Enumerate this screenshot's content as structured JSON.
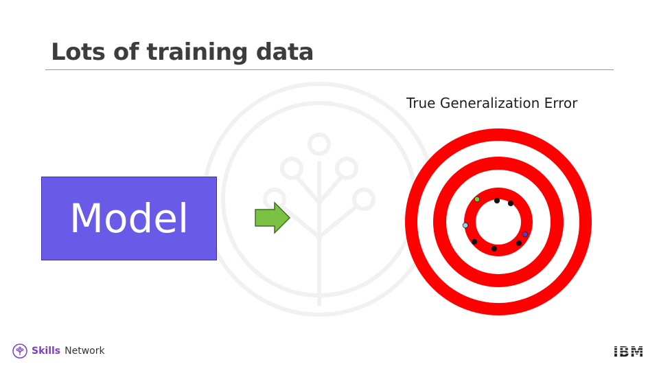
{
  "slide": {
    "title": "Lots of training data",
    "model_label": "Model",
    "target_caption": "True Generalization Error"
  },
  "footer": {
    "brand_strong": "Skills",
    "brand_light": "Network",
    "ibm_logo": "IBM"
  },
  "icons": {
    "watermark": "skills-network-tree-icon",
    "arrow": "right-arrow-icon",
    "target": "bullseye-icon",
    "brand": "skills-network-logo-icon"
  },
  "colors": {
    "model_fill": "#6a5ae8",
    "arrow_fill": "#7cc242",
    "target_red": "#ff0000",
    "title_rule": "#8f8fd6",
    "brand_purple": "#7a3ec8"
  }
}
